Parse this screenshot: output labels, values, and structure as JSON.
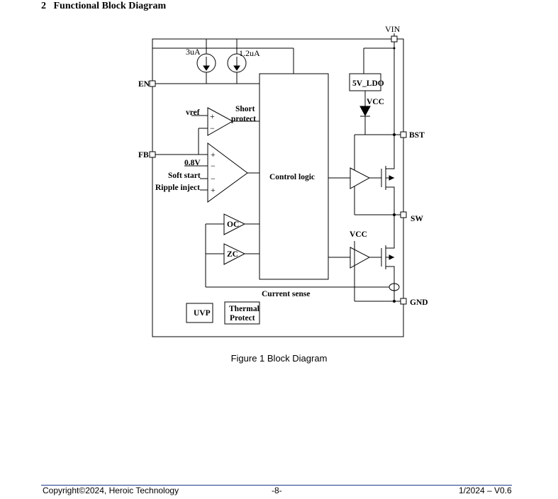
{
  "section": {
    "number": "2",
    "title": "Functional Block Diagram"
  },
  "diagram": {
    "pins": {
      "vin": "VIN",
      "en": "EN",
      "fb": "FB",
      "bst": "BST",
      "sw": "SW",
      "gnd": "GND"
    },
    "current_sources": {
      "en_source": "3uA",
      "second_source": "1.2uA"
    },
    "blocks": {
      "control_logic": "Control logic",
      "ldo": "5V_LDO",
      "uvp": "UVP",
      "thermal_line1": "Thermal",
      "thermal_line2": "Protect",
      "oc": "OC",
      "zc": "ZC"
    },
    "labels": {
      "vcc_top": "VCC",
      "vcc_bottom": "VCC",
      "vref": "vref",
      "short_line1": "Short",
      "short_line2": "protect",
      "ref_08v": "0.8V",
      "soft_start": "Soft start",
      "ripple_inject": "Ripple inject",
      "current_sense": "Current sense",
      "plus": "+",
      "minus": "−"
    }
  },
  "caption": "Figure 1 Block Diagram",
  "footer": {
    "left": "Copyright©2024, Heroic Technology",
    "center": "-8-",
    "right": "1/2024 – V0.6"
  }
}
